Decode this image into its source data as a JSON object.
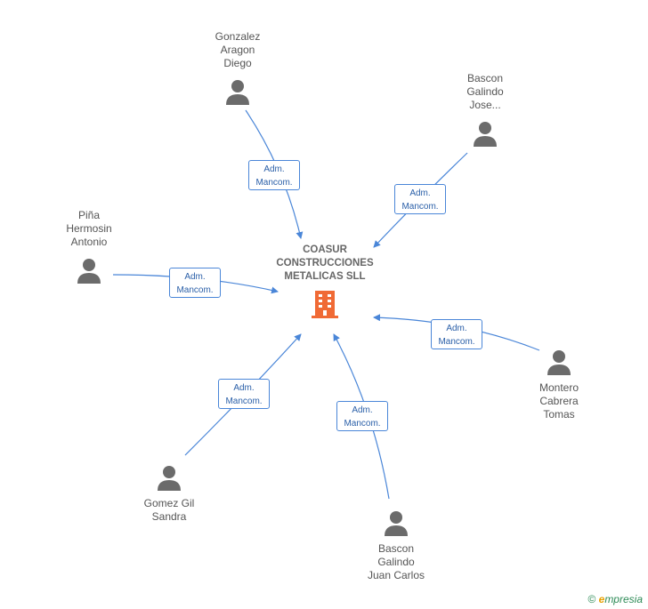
{
  "company": {
    "name_lines": [
      "COASUR",
      "CONSTRUCCIONES",
      "METALICAS SLL"
    ],
    "accent_color": "#f06a35"
  },
  "role_label_lines": [
    "Adm.",
    "Mancom."
  ],
  "people": [
    {
      "id": "gonzalez",
      "name_lines": [
        "Gonzalez",
        "Aragon",
        "Diego"
      ]
    },
    {
      "id": "bascon-jose",
      "name_lines": [
        "Bascon",
        "Galindo",
        "Jose..."
      ]
    },
    {
      "id": "pina",
      "name_lines": [
        "Piña",
        "Hermosin",
        "Antonio"
      ]
    },
    {
      "id": "montero",
      "name_lines": [
        "Montero",
        "Cabrera",
        "Tomas"
      ]
    },
    {
      "id": "gomez",
      "name_lines": [
        "Gomez Gil",
        "Sandra"
      ]
    },
    {
      "id": "bascon-juan",
      "name_lines": [
        "Bascon",
        "Galindo",
        "Juan Carlos"
      ]
    }
  ],
  "edge_color": "#4a86d8",
  "footer": {
    "copyright_symbol": "©",
    "brand_initial": "e",
    "brand_rest": "mpresia"
  }
}
